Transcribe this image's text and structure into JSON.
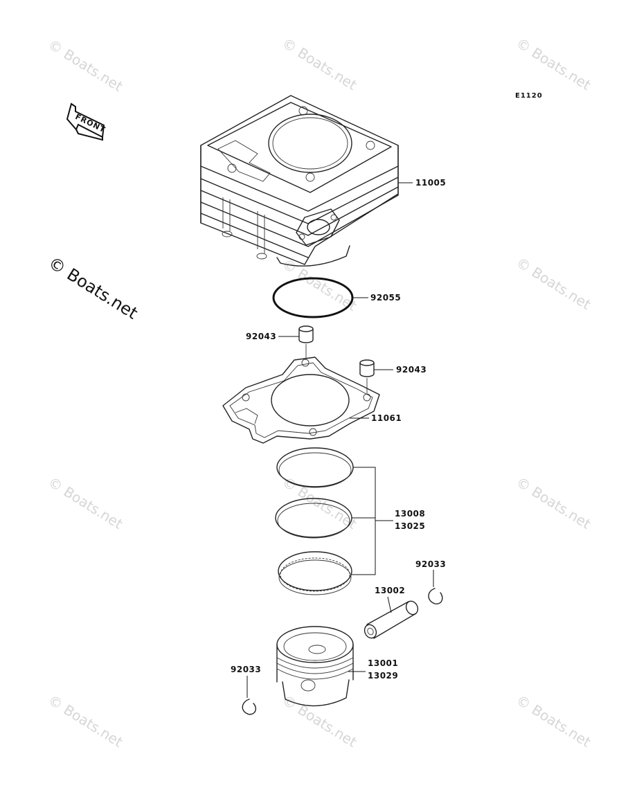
{
  "diagram": {
    "code": "E1120",
    "front_label": "FRONT"
  },
  "watermarks": {
    "text": "© Boats.net",
    "main": "© Boats.net"
  },
  "parts": {
    "cylinder": "11005",
    "o_ring": "92055",
    "dowel_left": "92043",
    "dowel_right": "92043",
    "gasket": "11061",
    "rings_a": "13008",
    "rings_b": "13025",
    "clip_right": "92033",
    "pin": "13002",
    "piston_a": "13001",
    "piston_b": "13029",
    "clip_left": "92033"
  }
}
